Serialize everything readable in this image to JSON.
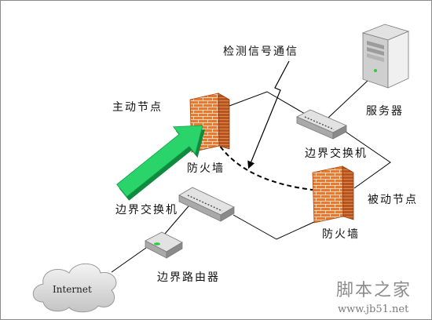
{
  "labels": {
    "heartbeat": "检测信号通信",
    "active_node": "主动节点",
    "passive_node": "被动节点",
    "server": "服务器",
    "firewall_active": "防火墙",
    "firewall_passive": "防火墙",
    "switch_top": "边界交换机",
    "switch_bottom": "边界交换机",
    "router": "边界路由器",
    "internet": "Internet"
  },
  "watermark": {
    "name": "脚本之家",
    "url": "www.jb51.net"
  },
  "icons": {
    "firewall": "firewall-icon",
    "server": "server-icon",
    "switch": "switch-icon",
    "router": "router-icon",
    "cloud": "cloud-icon",
    "arrow": "arrow-icon"
  },
  "colors": {
    "firewall": "#e87a30",
    "firewall_side": "#b9541c",
    "arrow": "#2ad46a",
    "arrow_shadow": "#0f8a3e",
    "device_top": "#e2e2e2",
    "device_front": "#a9a9a9",
    "device_side": "#8a8a8a"
  }
}
